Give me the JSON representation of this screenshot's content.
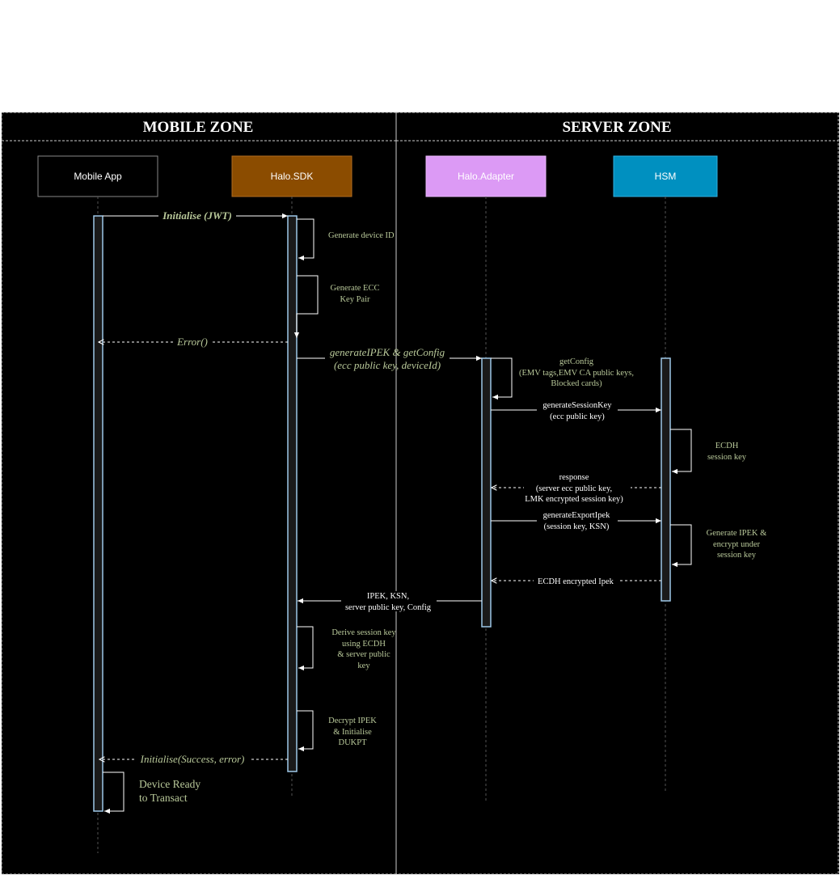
{
  "zones": {
    "mobile": "MOBILE ZONE",
    "server": "SERVER ZONE"
  },
  "participants": [
    {
      "label": "Mobile App",
      "fill": "#000000",
      "text_color": "#ffffff",
      "stroke": "#888888"
    },
    {
      "label": "Halo.SDK",
      "fill": "#8b4c00",
      "text_color": "#ffffff",
      "stroke": "#b06c20"
    },
    {
      "label": "Halo.Adapter",
      "fill": "#dc9af5",
      "text_color": "#ffffff",
      "stroke": "#e8b8fa"
    },
    {
      "label": "HSM",
      "fill": "#0090c0",
      "text_color": "#ffffff",
      "stroke": "#30b0e0"
    }
  ],
  "messages": {
    "initialise_jwt": "Initialise (JWT)",
    "generate_device_id": "Generate device ID",
    "generate_ecc": [
      "Generate ECC",
      "Key Pair"
    ],
    "error": "Error()",
    "generate_ipek": [
      "generateIPEK & getConfig",
      "(ecc public key, deviceId)"
    ],
    "get_config": [
      "getConfig",
      "(EMV tags,EMV CA public keys,",
      "Blocked cards)"
    ],
    "generate_session_key": [
      "generateSessionKey",
      "(ecc public key)"
    ],
    "ecdh_session_key": [
      "ECDH",
      "session key"
    ],
    "response": [
      "response",
      "(server ecc public key,",
      "LMK encrypted session key)"
    ],
    "generate_export_ipek": [
      "generateExportIpek",
      "(session key, KSN)"
    ],
    "generate_ipek_encrypt": [
      "Generate IPEK &",
      "encrypt under",
      "session key"
    ],
    "ecdh_encrypted_ipek": "ECDH encrypted Ipek",
    "ipek_ksn": [
      "IPEK, KSN,",
      "server public key, Config"
    ],
    "derive_session_key": [
      "Derive session key",
      "using ECDH",
      "& server public",
      "key"
    ],
    "decrypt_ipek": [
      "Decrypt IPEK",
      "& Initialise",
      "DUKPT"
    ],
    "initialise_success": "Initialise(Success, error)",
    "device_ready": [
      "Device Ready",
      "to Transact"
    ]
  },
  "colors": {
    "background": "#000000",
    "line": "#ffffff",
    "note_text": "#b9c99a",
    "activation_fill": "#1a1a1a",
    "activation_stroke": "#9ec8e8"
  }
}
